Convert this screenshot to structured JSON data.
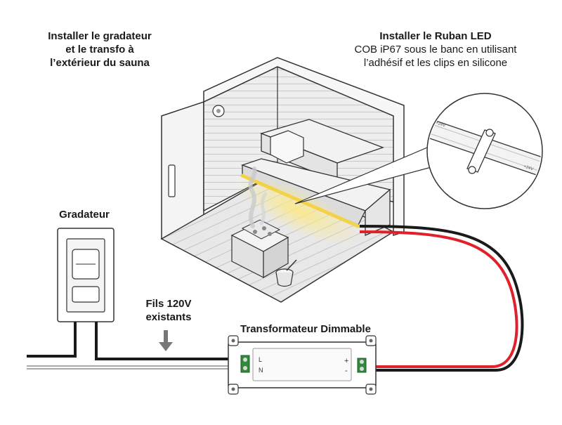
{
  "labels": {
    "outdoor_line1": "Installer le gradateur",
    "outdoor_line2": "et le transfo à",
    "outdoor_line3": "l’extérieur du sauna",
    "led_title": "Installer le Ruban LED",
    "led_line1": "COB iP67 sous le banc en utilisant",
    "led_line2": "l’adhésif et les clips en silicone",
    "dimmer": "Gradateur",
    "wires_line1": "Fils 120V",
    "wires_line2": "existants",
    "transformer": "Transformateur Dimmable",
    "terminal_l": "L",
    "terminal_n": "N",
    "terminal_plus": "+",
    "terminal_minus": "-",
    "strip_mark": "+24V"
  },
  "colors": {
    "wire_black": "#1a1a1a",
    "wire_red": "#e0202a",
    "led_glow": "#f7e27a",
    "wood": "#ececec",
    "outline": "#333333",
    "terminal_green": "#2f8a3c"
  }
}
